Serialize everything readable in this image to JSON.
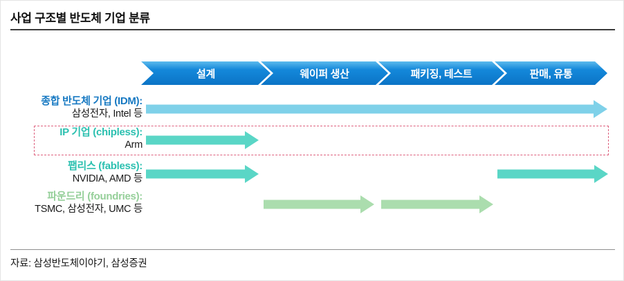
{
  "title": "사업 구조별 반도체 기업 분류",
  "source": "자료: 삼성반도체이야기, 삼성증권",
  "colors": {
    "band_top": "#5cbaed",
    "band_mid": "#1488da",
    "band_bottom": "#0b74c6",
    "band_text": "#ffffff",
    "idm_arrow": "#7fd1e9",
    "teal_arrow": "#5ad6c6",
    "green_arrow": "#abddae",
    "idm_label": "#1779c2",
    "teal_label": "#2cc0b0",
    "green_label": "#95cf99",
    "highlight_dash": "#dd5f7d"
  },
  "process_steps": [
    {
      "label": "설계"
    },
    {
      "label": "웨이퍼 생산"
    },
    {
      "label": "패키징, 테스트"
    },
    {
      "label": "판매, 유통"
    }
  ],
  "rows": [
    {
      "label": "종합 반도체 기업 (IDM):",
      "examples": "삼성전자, Intel 등",
      "label_color_key": "idm_label",
      "arrow_color_key": "idm_arrow",
      "highlighted": false,
      "spans": [
        {
          "from": 0,
          "to": 3
        }
      ]
    },
    {
      "label": "IP 기업 (chipless):",
      "examples": "Arm",
      "label_color_key": "teal_label",
      "arrow_color_key": "teal_arrow",
      "highlighted": true,
      "spans": [
        {
          "from": 0,
          "to": 0
        }
      ]
    },
    {
      "label": "팹리스 (fabless):",
      "examples": "NVIDIA, AMD 등",
      "label_color_key": "teal_label",
      "arrow_color_key": "teal_arrow",
      "highlighted": false,
      "spans": [
        {
          "from": 0,
          "to": 0
        },
        {
          "from": 3,
          "to": 3
        }
      ]
    },
    {
      "label": "파운드리 (foundries):",
      "examples": "TSMC, 삼성전자, UMC 등",
      "label_color_key": "green_label",
      "arrow_color_key": "green_arrow",
      "highlighted": false,
      "spans": [
        {
          "from": 1,
          "to": 1
        },
        {
          "from": 2,
          "to": 2
        }
      ]
    }
  ]
}
